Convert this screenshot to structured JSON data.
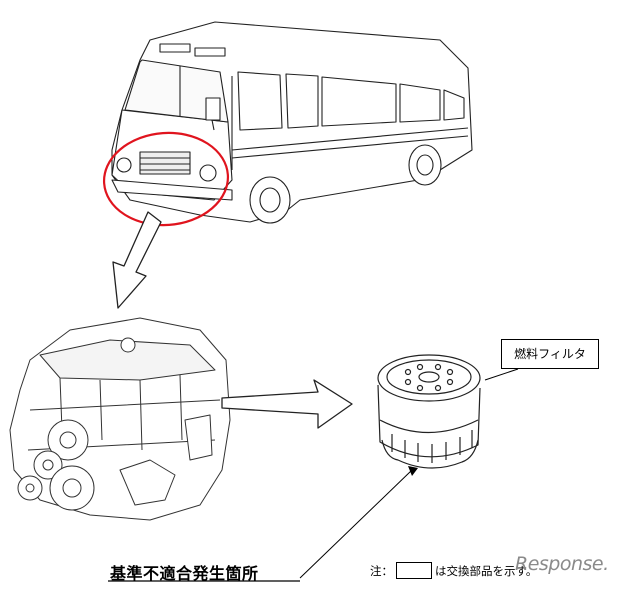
{
  "labels": {
    "fuel_filter": "燃料フィルタ",
    "nonconforming_location": "基準不適合発生箇所",
    "note_prefix": "注：",
    "note_suffix": "は交換部品を示す。"
  },
  "watermark": "Response.",
  "colors": {
    "highlight": "#e0141e",
    "line": "#000000"
  }
}
